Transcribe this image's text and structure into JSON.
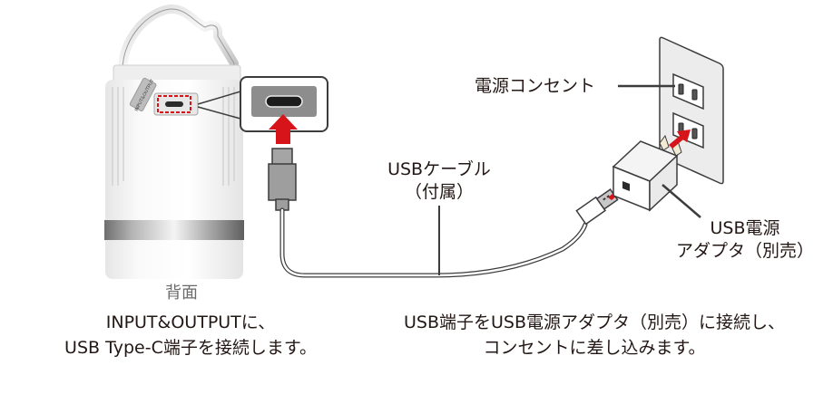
{
  "labels": {
    "outlet": "電源コンセント",
    "cable_line1": "USBケーブル",
    "cable_line2": "（付属）",
    "adapter_line1": "USB電源",
    "adapter_line2": "アダプタ（別売）",
    "back_view": "背面",
    "port_tag": "INPUT&OUTPUT"
  },
  "captions": {
    "left_line1": "INPUT&OUTPUTに、",
    "left_line2": "USB Type-C端子を接続します。",
    "right_line1": "USB端子をUSB電源アダプタ（別売）に接続し、",
    "right_line2": "コンセントに差し込みます。"
  },
  "colors": {
    "arrow_red": "#d7141a",
    "outline": "#3c3c3c",
    "connector_gray": "#9e9e9e",
    "plate_gray": "#ececec",
    "port_panel_gray": "#8d8d8d"
  }
}
